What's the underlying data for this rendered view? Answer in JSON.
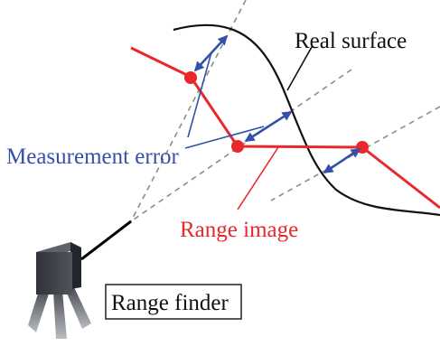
{
  "labels": {
    "real_surface": "Real surface",
    "measurement_error": "Measurement error",
    "range_image": "Range image",
    "range_finder": "Range finder"
  },
  "colors": {
    "range_image": "#e8282b",
    "measurement_error": "#3550a8",
    "surface": "#111111",
    "rays": "#8c8c8c",
    "device": "#3c4048"
  }
}
